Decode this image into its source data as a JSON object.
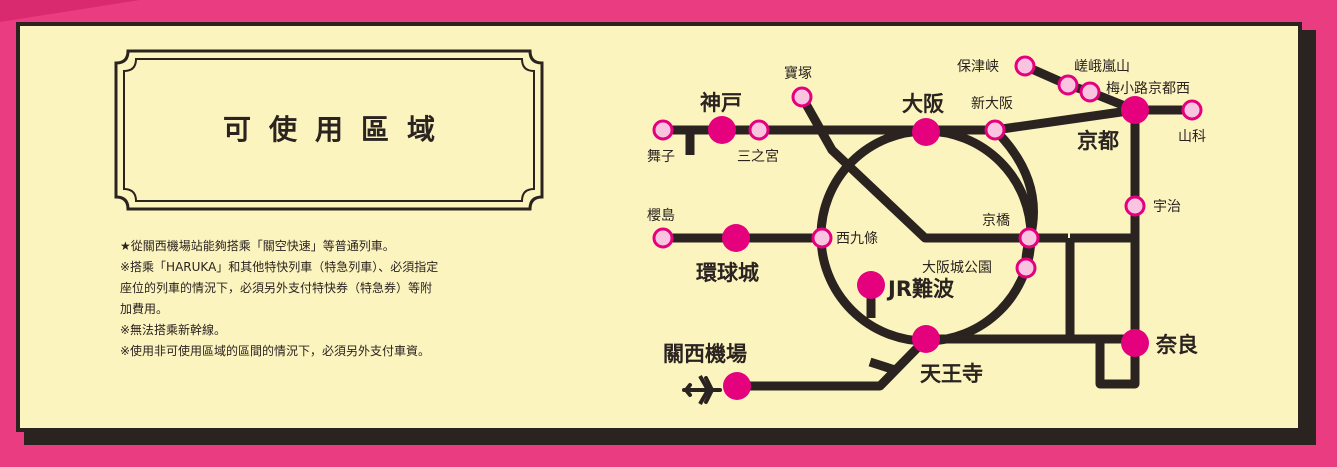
{
  "title": "可使用區域",
  "notes": [
    "★從關西機場站能夠搭乘「關空快速」等普通列車。",
    "※搭乘「HARUKA」和其他特快列車（特急列車）、必須指定",
    "座位的列車的情況下，必須另外支付特快券（特急券）等附",
    "加費用。",
    "※無法搭乘新幹線。",
    "※使用非可使用區域的區間的情況下，必須另外支付車資。"
  ],
  "stations": {
    "kobe": "神戸",
    "osaka": "大阪",
    "kyoto": "京都",
    "maiko": "舞子",
    "sannomiya": "三之宮",
    "takarazuka": "寶塚",
    "shin_osaka": "新大阪",
    "hozukyo": "保津峡",
    "saga_arashiyama": "嵯峨嵐山",
    "umekoji": "梅小路京都西",
    "yamashina": "山科",
    "uji": "宇治",
    "sakurajima": "櫻島",
    "universal": "環球城",
    "nishikujo": "西九條",
    "kyobashi": "京橋",
    "osakajokoen": "大阪城公園",
    "jr_namba": "JR難波",
    "nara": "奈良",
    "kansai_airport": "關西機場",
    "tennoji": "天王寺"
  },
  "colors": {
    "background": "#ea3c80",
    "card": "#fcf4bf",
    "line": "#2a2320",
    "major_station": "#e5007e",
    "minor_station": "#f9c4e0"
  },
  "icons": [
    "airplane-icon"
  ]
}
